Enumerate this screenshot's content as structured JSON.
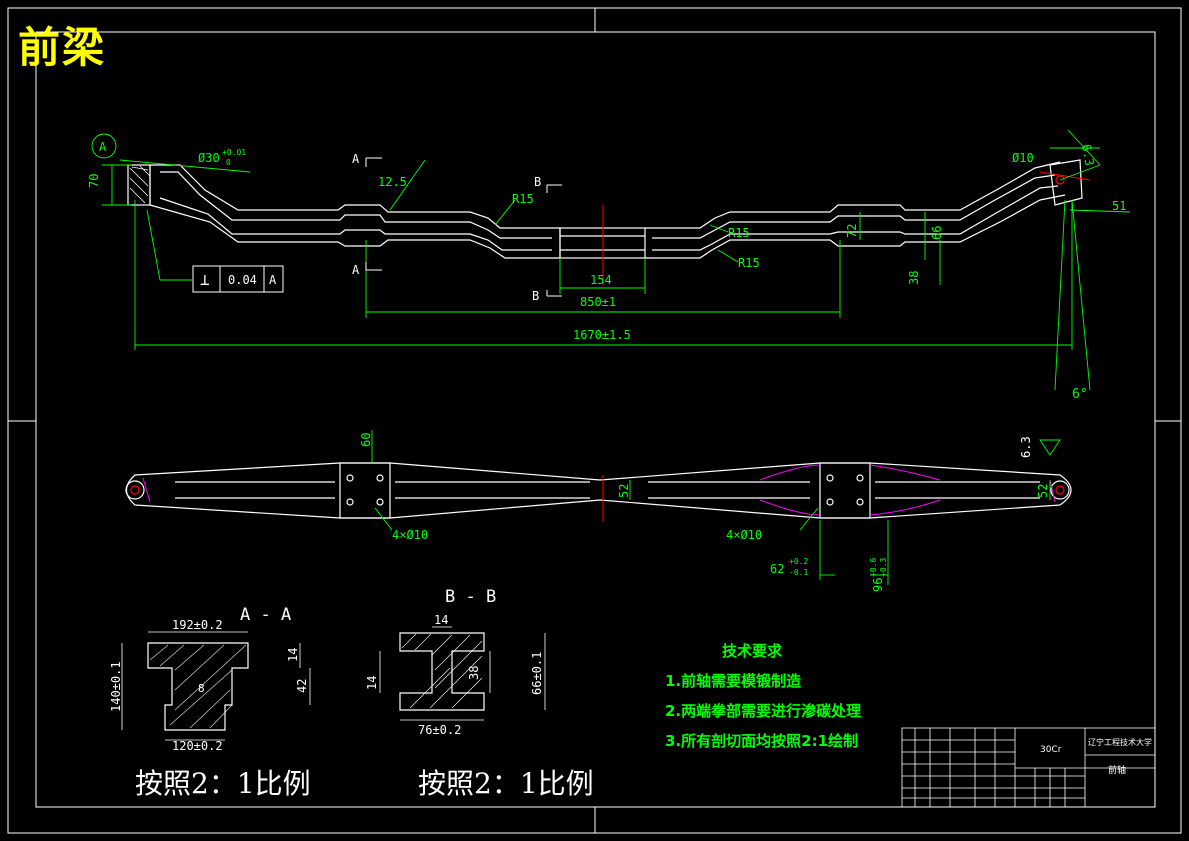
{
  "title": "前梁",
  "front_view": {
    "datum_label": "A",
    "bore_dim": "Ø30",
    "bore_tol_upper": "+0.01",
    "bore_tol_lower": "0",
    "height_left": "70",
    "section_a_label": "A",
    "section_b_label": "B",
    "dim_12_5": "12.5",
    "r15_a": "R15",
    "r15_b": "R15",
    "r15_c": "R15",
    "dim_72": "72",
    "dim_66": "66",
    "dim_38": "38",
    "dim_154": "154",
    "dim_850": "850±1",
    "dim_1670": "1670±1.5",
    "hole_right": "Ø10",
    "roughness": "6.3",
    "dim_51": "51",
    "angle_6": "6°",
    "tolerance_symbol": "⊥",
    "tolerance_value": "0.04",
    "tolerance_datum": "A"
  },
  "top_view": {
    "dim_60": "60",
    "dim_52_mid": "52",
    "dim_52_right": "52",
    "holes_left": "4×Ø10",
    "holes_right": "4×Ø10",
    "dim_62": "62",
    "dim_62_upper": "+0.2",
    "dim_62_lower": "-0.1",
    "dim_96": "96",
    "dim_96_upper": "+0.6",
    "dim_96_lower": "+0.3",
    "roughness": "6.3"
  },
  "section_aa": {
    "title": "A - A",
    "dim_192": "192±0.2",
    "dim_14": "14",
    "dim_140": "140±0.1",
    "dim_42": "42",
    "dim_8": "8",
    "dim_120": "120±0.2",
    "scale_note": "按照2：1比例"
  },
  "section_bb": {
    "title": "B - B",
    "dim_14_top": "14",
    "dim_14_left": "14",
    "dim_38": "38",
    "dim_66": "66±0.1",
    "dim_76": "76±0.2",
    "scale_note": "按照2：1比例"
  },
  "requirements": {
    "heading": "技术要求",
    "items": [
      "1.前轴需要模锻制造",
      "2.两端拳部需要进行渗碳处理",
      "3.所有剖切面均按照2:1绘制"
    ]
  },
  "title_block": {
    "material": "30Cr",
    "school": "辽宁工程技术大学",
    "part_name": "前轴"
  },
  "colors": {
    "background": "#000000",
    "outline": "#ffffff",
    "dimension": "#00ff00",
    "centerline": "#ff0000",
    "highlight": "#ff00ff",
    "title": "#ffff00"
  }
}
